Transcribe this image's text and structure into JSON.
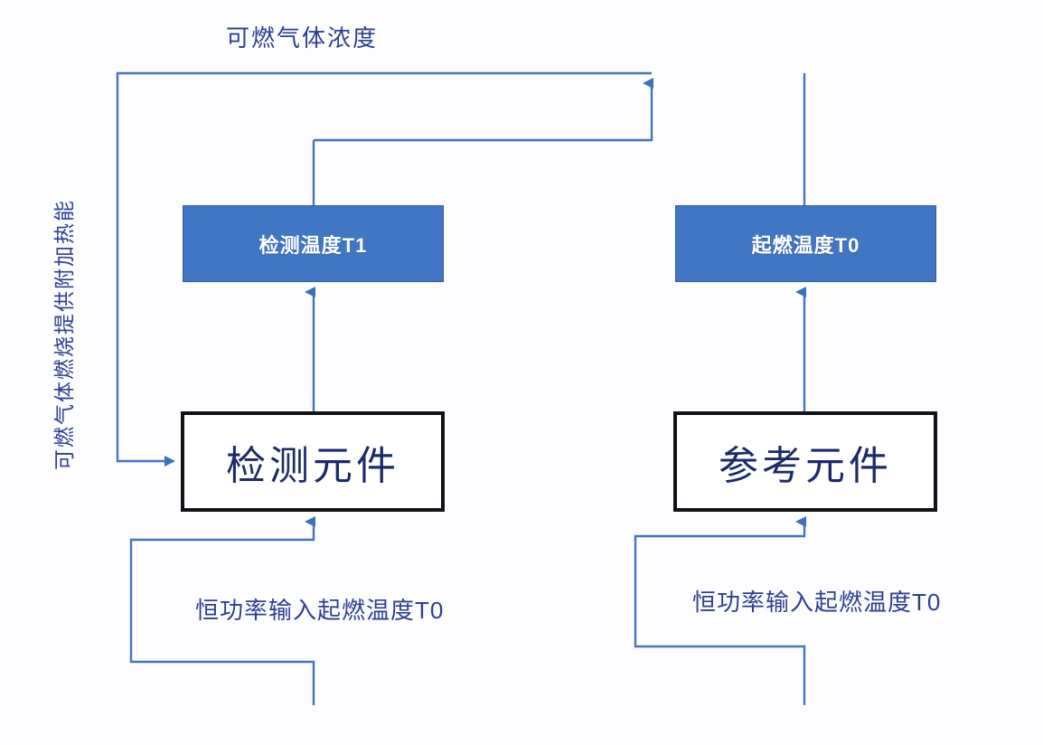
{
  "diagram": {
    "title_label": "可燃气体浓度",
    "side_label": "可燃气体燃烧提供附加热能",
    "colors": {
      "blue_fill": "#4176c4",
      "blue_stroke": "#2f5da0",
      "wire": "#4472c4",
      "text_blue": "#2d3f93",
      "box_border": "#111118"
    },
    "nodes": [
      {
        "id": "detect-temp",
        "label": "检测温度T1",
        "type": "blue"
      },
      {
        "id": "ignition-temp",
        "label": "起燃温度T0",
        "type": "blue"
      },
      {
        "id": "detect-element",
        "label": "检测元件",
        "type": "white"
      },
      {
        "id": "reference-element",
        "label": "参考元件",
        "type": "white"
      }
    ],
    "labels": {
      "left_power_input": "恒功率输入起燃温度T0",
      "right_power_input": "恒功率输入起燃温度T0"
    }
  }
}
